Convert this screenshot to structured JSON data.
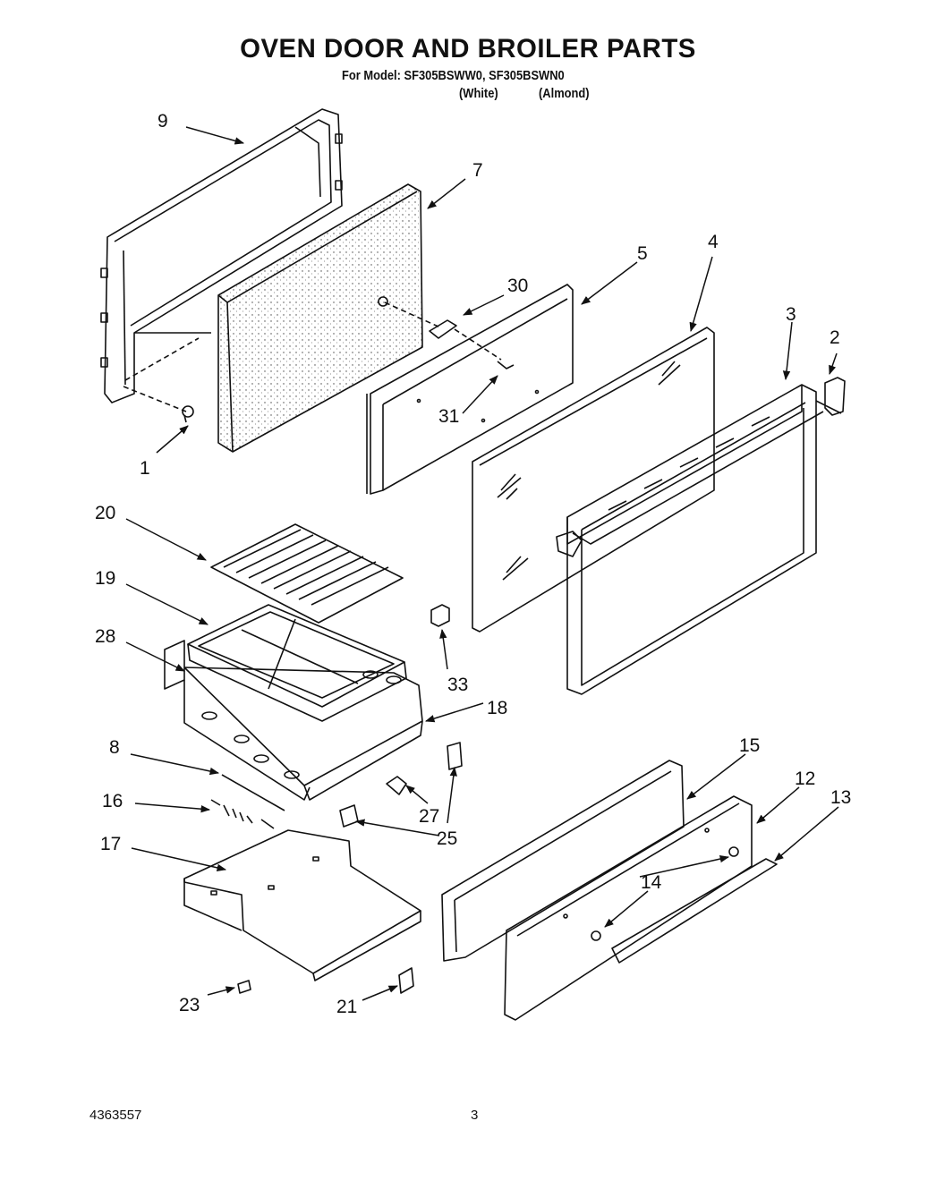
{
  "header": {
    "title": "OVEN DOOR AND BROILER PARTS",
    "model_line": "For Model: SF305BSWW0, SF305BSWN0",
    "variant_white": "(White)",
    "variant_almond": "(Almond)"
  },
  "callouts": {
    "c1": "1",
    "c2": "2",
    "c3": "3",
    "c4": "4",
    "c5": "5",
    "c7": "7",
    "c8": "8",
    "c9": "9",
    "c12": "12",
    "c13": "13",
    "c14": "14",
    "c15": "15",
    "c16": "16",
    "c17": "17",
    "c18": "18",
    "c19": "19",
    "c20": "20",
    "c21": "21",
    "c23": "23",
    "c25": "25",
    "c27": "27",
    "c28": "28",
    "c30": "30",
    "c31": "31",
    "c33": "33"
  },
  "footer": {
    "doc_number": "4363557",
    "page_number": "3"
  }
}
